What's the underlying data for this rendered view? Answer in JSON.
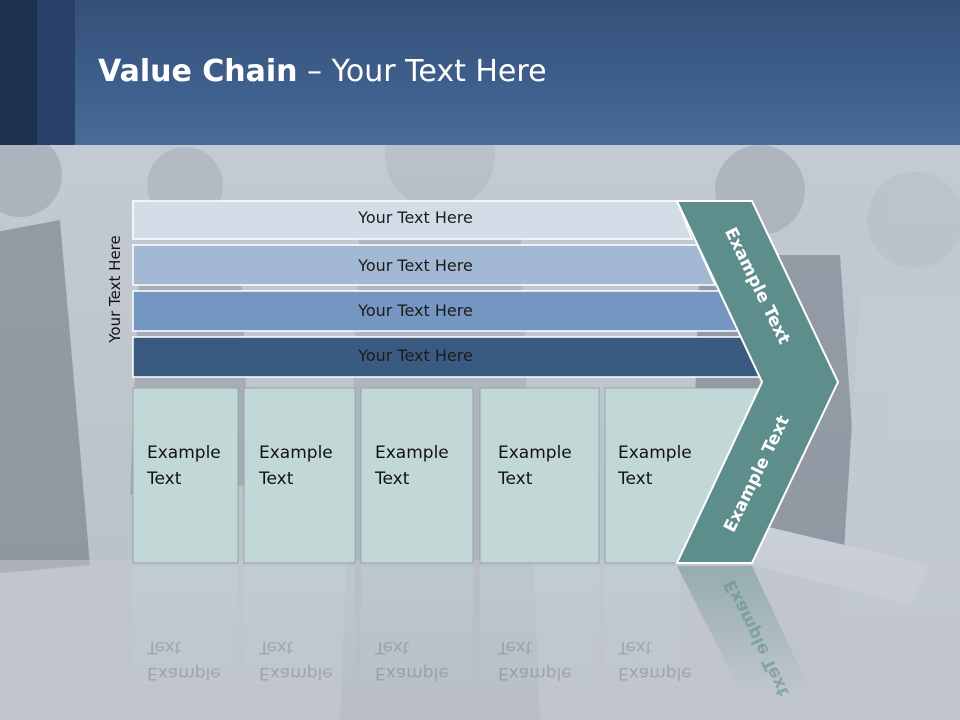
{
  "slide": {
    "title_bold": "Value Chain",
    "title_rest": " – Your Text Here",
    "side_label": "Your Text Here",
    "bands": [
      {
        "label": "Your Text Here",
        "color": "#d3dde8"
      },
      {
        "label": "Your Text Here",
        "color": "#a3b8d3"
      },
      {
        "label": "Your Text Here",
        "color": "#7496c1"
      },
      {
        "label": "Your Text Here",
        "color": "#3b5a82"
      }
    ],
    "boxes": [
      {
        "line1": "Example",
        "line2": "Text"
      },
      {
        "line1": "Example",
        "line2": "Text"
      },
      {
        "line1": "Example",
        "line2": "Text"
      },
      {
        "line1": "Example",
        "line2": "Text"
      },
      {
        "line1": "Example",
        "line2": "Text"
      }
    ],
    "chevron_top": "Example Text",
    "chevron_bottom": "Example Text",
    "colors": {
      "header": "#3f5f8c",
      "box_fill": "#c2d8d6",
      "chevron": "#5e8e8c"
    }
  }
}
